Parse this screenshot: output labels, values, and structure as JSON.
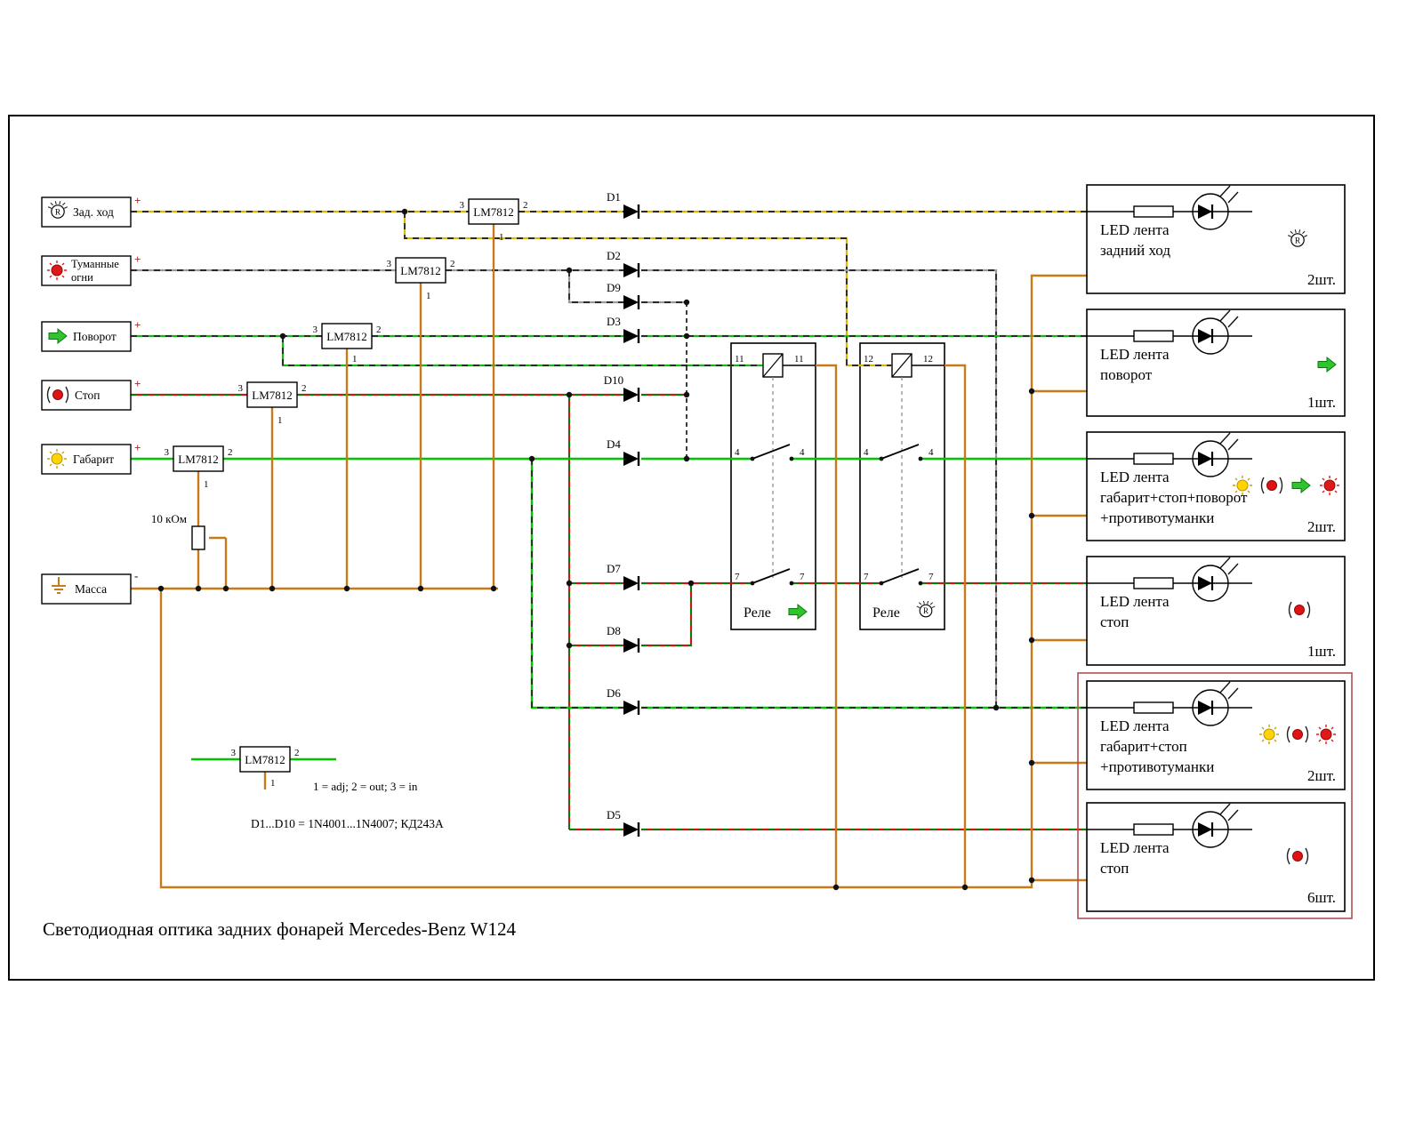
{
  "title": "Светодиодная оптика задних фонарей    Mercedes-Benz W124",
  "inputs": [
    {
      "label": "Зад. ход",
      "polarity": "+"
    },
    {
      "label": "Туманные",
      "label2": "огни",
      "polarity": "+"
    },
    {
      "label": "Поворот",
      "polarity": "+"
    },
    {
      "label": "Стоп",
      "polarity": "+"
    },
    {
      "label": "Габарит",
      "polarity": "+"
    },
    {
      "label": "Масса",
      "polarity": "-"
    }
  ],
  "regulator": {
    "name": "LM7812",
    "pin_in": "3",
    "pin_out": "2",
    "pin_adj": "1"
  },
  "potentiometer": {
    "value": "10 кОм"
  },
  "icon_letters": {
    "reverse": "R"
  },
  "diodes": {
    "d1": "D1",
    "d2": "D2",
    "d3": "D3",
    "d4": "D4",
    "d5": "D5",
    "d6": "D6",
    "d7": "D7",
    "d8": "D8",
    "d9": "D9",
    "d10": "D10"
  },
  "relays": [
    {
      "label": "Реле",
      "pin_coil_l": "11",
      "pin_coil_r": "11",
      "pin4_l": "4",
      "pin4_r": "4",
      "pin7_l": "7",
      "pin7_r": "7"
    },
    {
      "label": "Реле",
      "pin_coil_l": "12",
      "pin_coil_r": "12",
      "pin4_l": "4",
      "pin4_r": "4",
      "pin7_l": "7",
      "pin7_r": "7"
    }
  ],
  "notes": {
    "pinout": "1 = adj; 2 = out; 3 = in",
    "diode_types": "D1...D10 = 1N4001...1N4007;  КД243А"
  },
  "led_blocks": [
    {
      "line1": "LED лента",
      "line2": "задний ход",
      "line3": "",
      "qty": "2шт."
    },
    {
      "line1": "LED лента",
      "line2": "поворот",
      "line3": "",
      "qty": "1шт."
    },
    {
      "line1": "LED лента",
      "line2": "габарит+стоп+поворот",
      "line3": "+противотуманки",
      "qty": "2шт."
    },
    {
      "line1": "LED лента",
      "line2": "стоп",
      "line3": "",
      "qty": "1шт."
    },
    {
      "line1": "LED лента",
      "line2": "габарит+стоп",
      "line3": "+противотуманки",
      "qty": "2шт."
    },
    {
      "line1": "LED лента",
      "line2": "стоп",
      "line3": "",
      "qty": "6шт."
    }
  ]
}
